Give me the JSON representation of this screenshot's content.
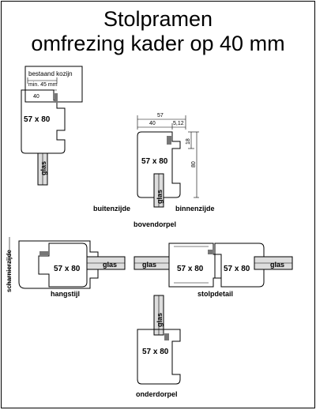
{
  "title_line1": "Stolpramen",
  "title_line2": "omfrezing kader op 40 mm",
  "labels": {
    "bestaand_kozijn": "bestaand kozijn",
    "min45": "min. 45 mm",
    "dim40_top": "40",
    "section": "57 x 80",
    "glas": "glas",
    "dim57": "57",
    "dim40": "40",
    "dim512": "5,12",
    "dim18": "18",
    "dim80": "80",
    "buitenzijde": "buitenzijde",
    "binnenzijde": "binnenzijde",
    "bovendorpel": "bovendorpel",
    "scharnierzijde": "scharnierzijde",
    "hangstijl": "hangstijl",
    "stolpdetail": "stolpdetail",
    "onderdorpel": "onderdorpel"
  }
}
